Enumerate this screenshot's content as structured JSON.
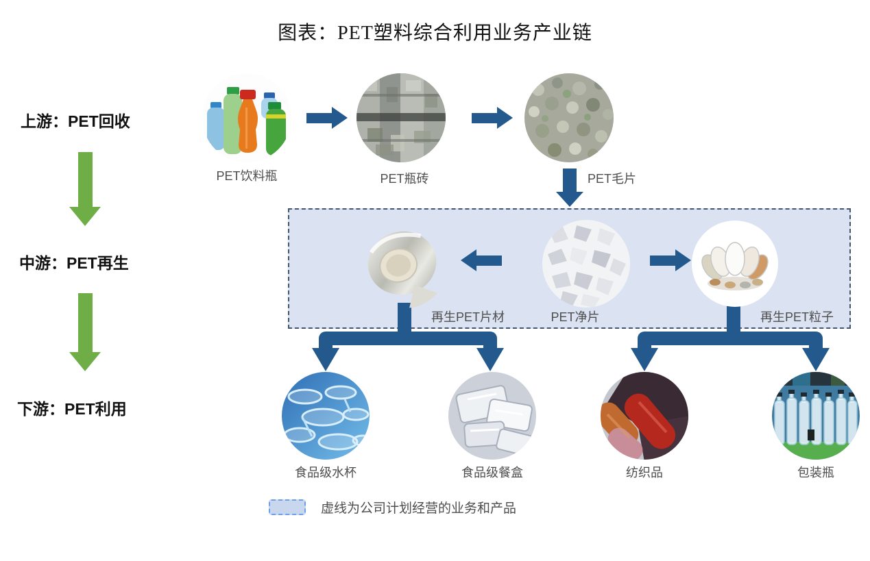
{
  "title": "图表：PET塑料综合利用业务产业链",
  "stages": [
    {
      "label": "上游：PET回收"
    },
    {
      "label": "中游：PET再生"
    },
    {
      "label": "下游：PET利用"
    }
  ],
  "upstream_nodes": [
    {
      "label": "PET饮料瓶",
      "image": "pet-beverage-bottles-photo"
    },
    {
      "label": "PET瓶砖",
      "image": "pet-bottle-bale-photo"
    },
    {
      "label": "PET毛片",
      "image": "pet-raw-flakes-photo"
    }
  ],
  "midstream_nodes": [
    {
      "label": "再生PET片材",
      "image": "recycled-pet-sheet-roll-photo"
    },
    {
      "label": "PET净片",
      "image": "pet-clean-flakes-photo"
    },
    {
      "label": "再生PET粒子",
      "image": "recycled-pet-pellets-photo"
    }
  ],
  "downstream_nodes": [
    {
      "label": "食品级水杯",
      "image": "food-grade-cups-photo"
    },
    {
      "label": "食品级餐盒",
      "image": "food-grade-containers-photo"
    },
    {
      "label": "纺织品",
      "image": "textiles-photo"
    },
    {
      "label": "包装瓶",
      "image": "packaging-bottles-photo"
    }
  ],
  "legend": {
    "text": "虚线为公司计划经营的业务和产品"
  },
  "colors": {
    "arrow_blue": "#23598C",
    "arrow_green": "#6FAE46",
    "dashed_box_fill": "#DBE2F1",
    "dashed_box_border": "#44546A",
    "legend_swatch_fill": "#C9D7EE",
    "legend_swatch_border": "#6D9EEB"
  }
}
